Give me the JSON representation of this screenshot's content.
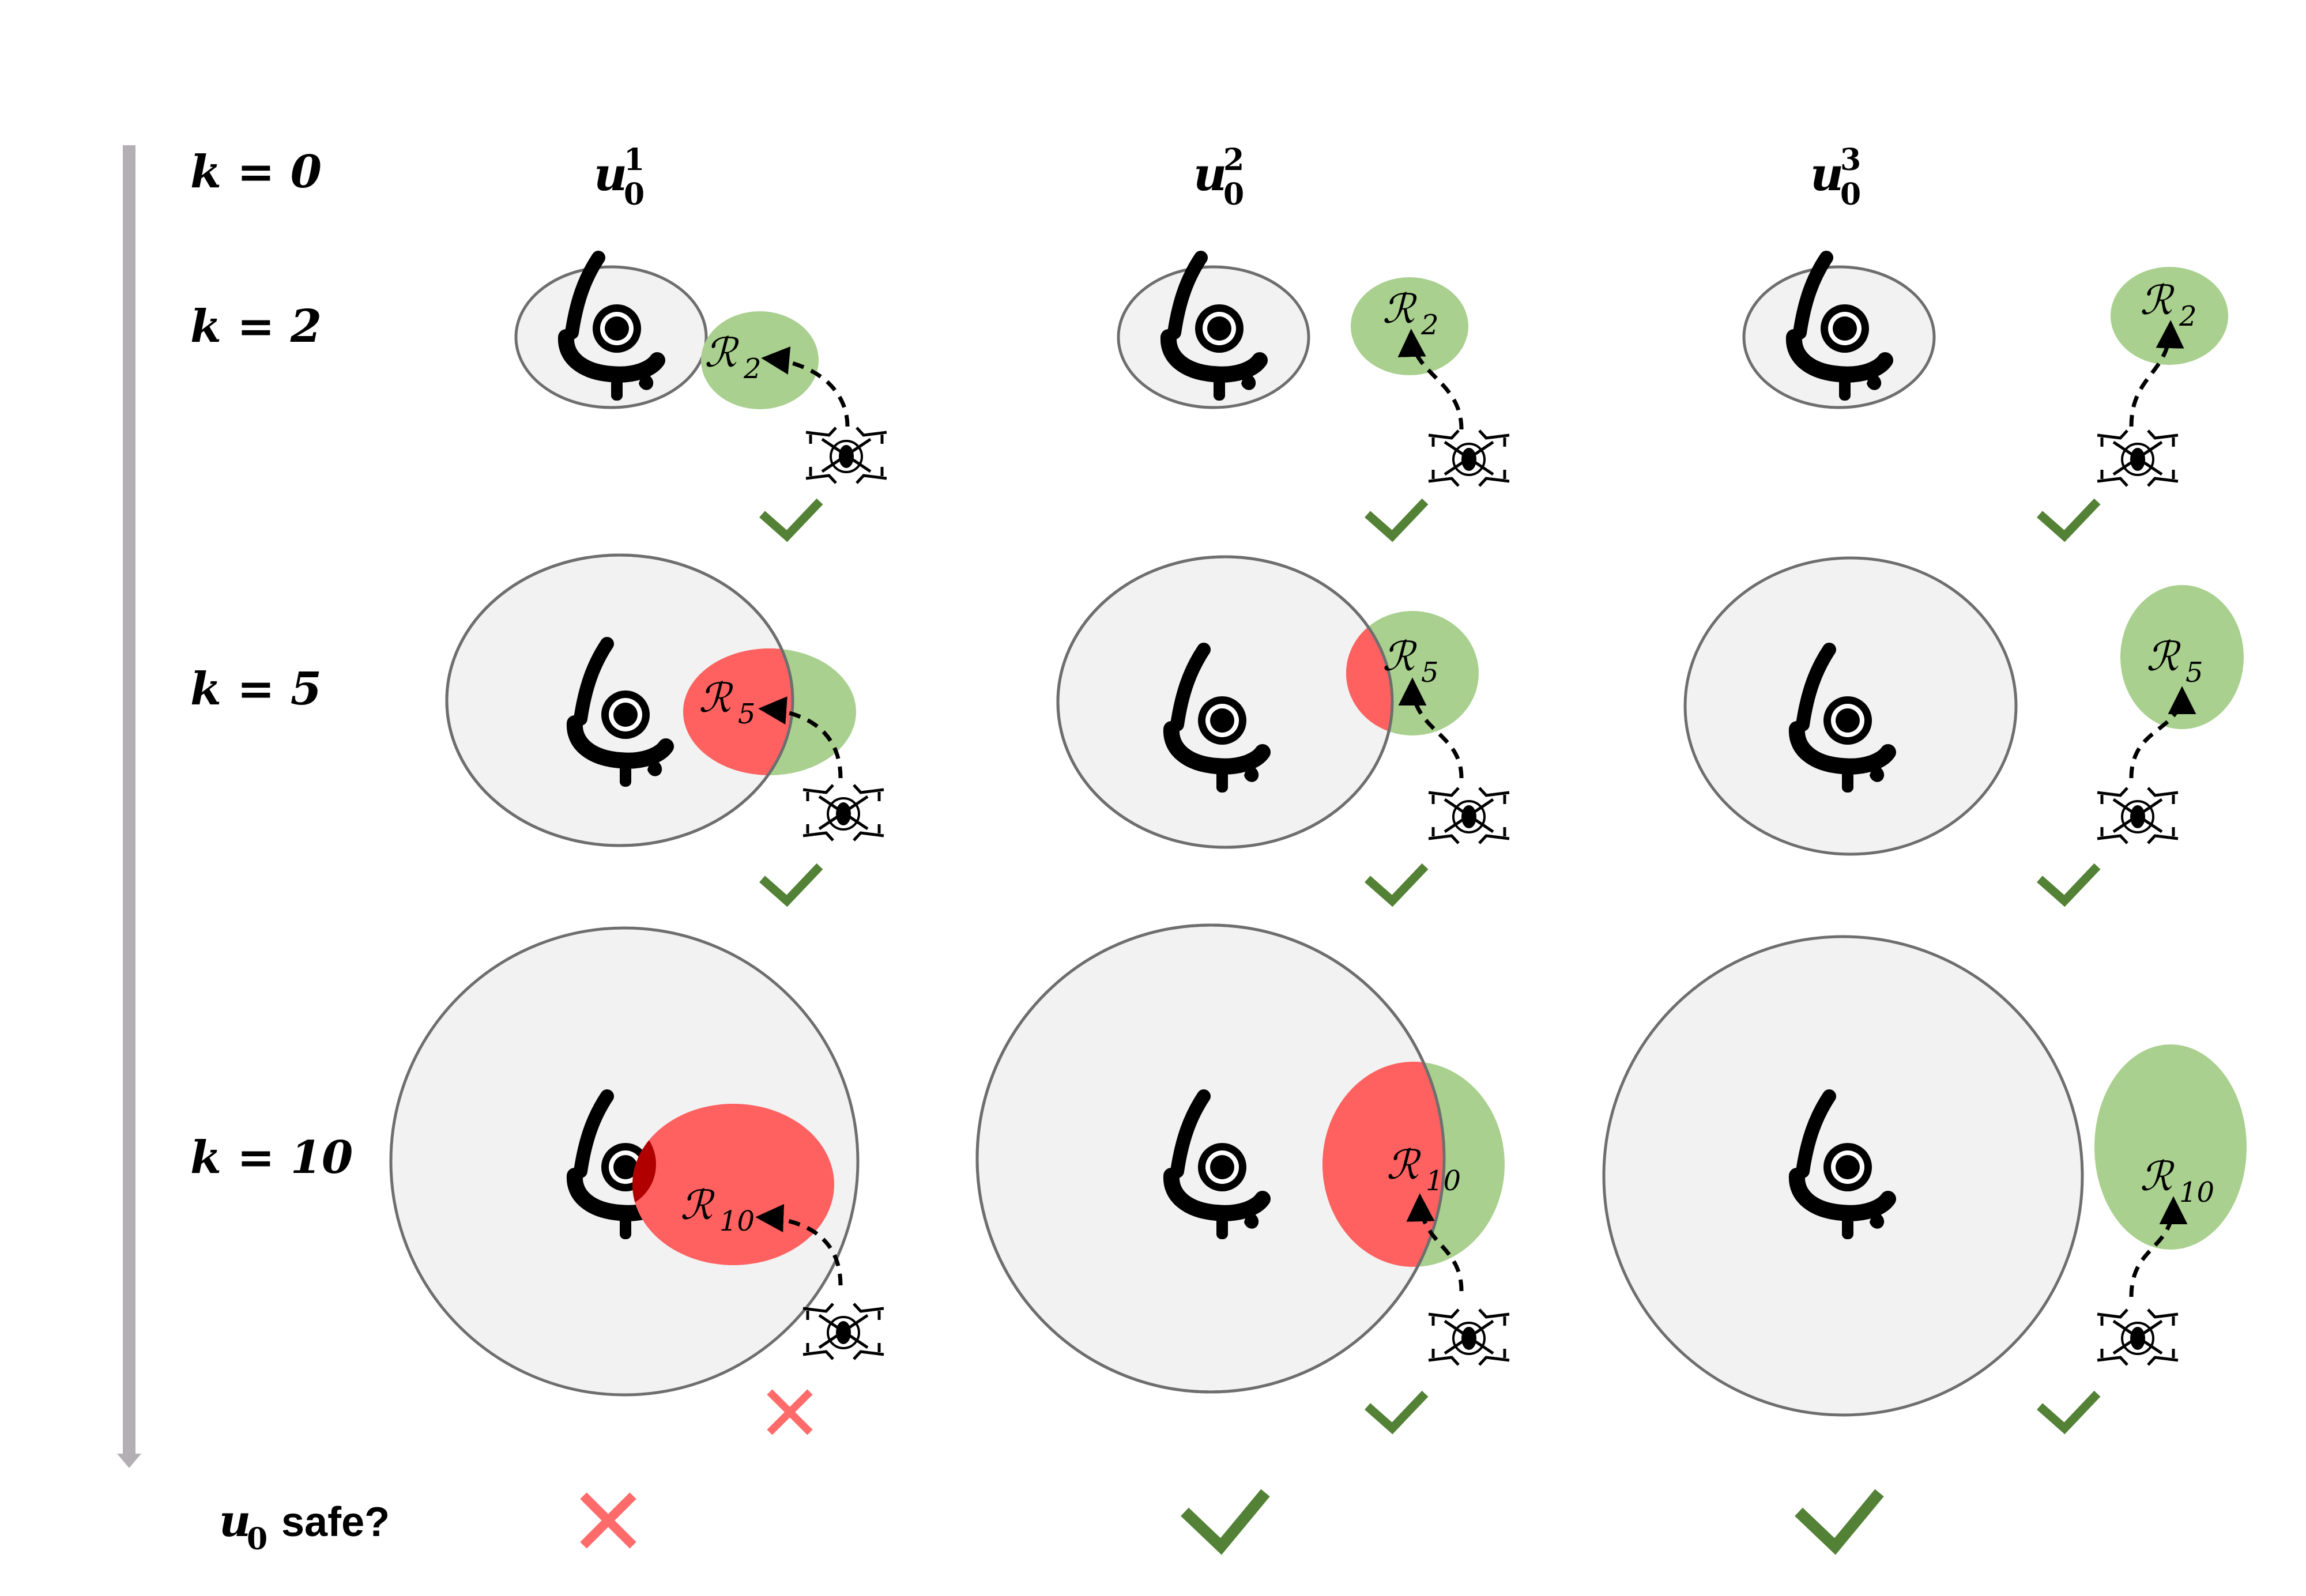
{
  "time_axis": {
    "row_labels": [
      "k = 0",
      "k = 2",
      "k = 5",
      "k = 10"
    ]
  },
  "columns": [
    {
      "label": "u",
      "sub": "0",
      "sup": "1"
    },
    {
      "label": "u",
      "sub": "0",
      "sup": "2"
    },
    {
      "label": "u",
      "sub": "0",
      "sup": "3"
    }
  ],
  "cells": [
    [
      {
        "reach": "ℛ",
        "sub": "2",
        "ok": true
      },
      {
        "reach": "ℛ",
        "sub": "2",
        "ok": true
      },
      {
        "reach": "ℛ",
        "sub": "2",
        "ok": true
      }
    ],
    [
      {
        "reach": "ℛ",
        "sub": "5",
        "ok": true
      },
      {
        "reach": "ℛ",
        "sub": "5",
        "ok": true
      },
      {
        "reach": "ℛ",
        "sub": "5",
        "ok": true
      }
    ],
    [
      {
        "reach": "ℛ",
        "sub": "10",
        "ok": false
      },
      {
        "reach": "ℛ",
        "sub": "10",
        "ok": true
      },
      {
        "reach": "ℛ",
        "sub": "10",
        "ok": true
      }
    ]
  ],
  "safety": {
    "label_var": "u",
    "label_sub": "0",
    "label_text": "safe?",
    "results": [
      false,
      true,
      true
    ]
  },
  "colors": {
    "axis": "#b3b0b3",
    "human_zone_fill": "#f2f2f2",
    "human_zone_stroke": "#6e6e6e",
    "reach_fill": "#a9d08e",
    "overlap_fill": "#ff6161",
    "deep_overlap": "#b00000",
    "check": "#538135",
    "cross": "#ff6b6b"
  },
  "icons": [
    "person-top-view-icon",
    "drone-icon",
    "check-icon",
    "cross-icon",
    "dashed-trajectory-arrow"
  ]
}
